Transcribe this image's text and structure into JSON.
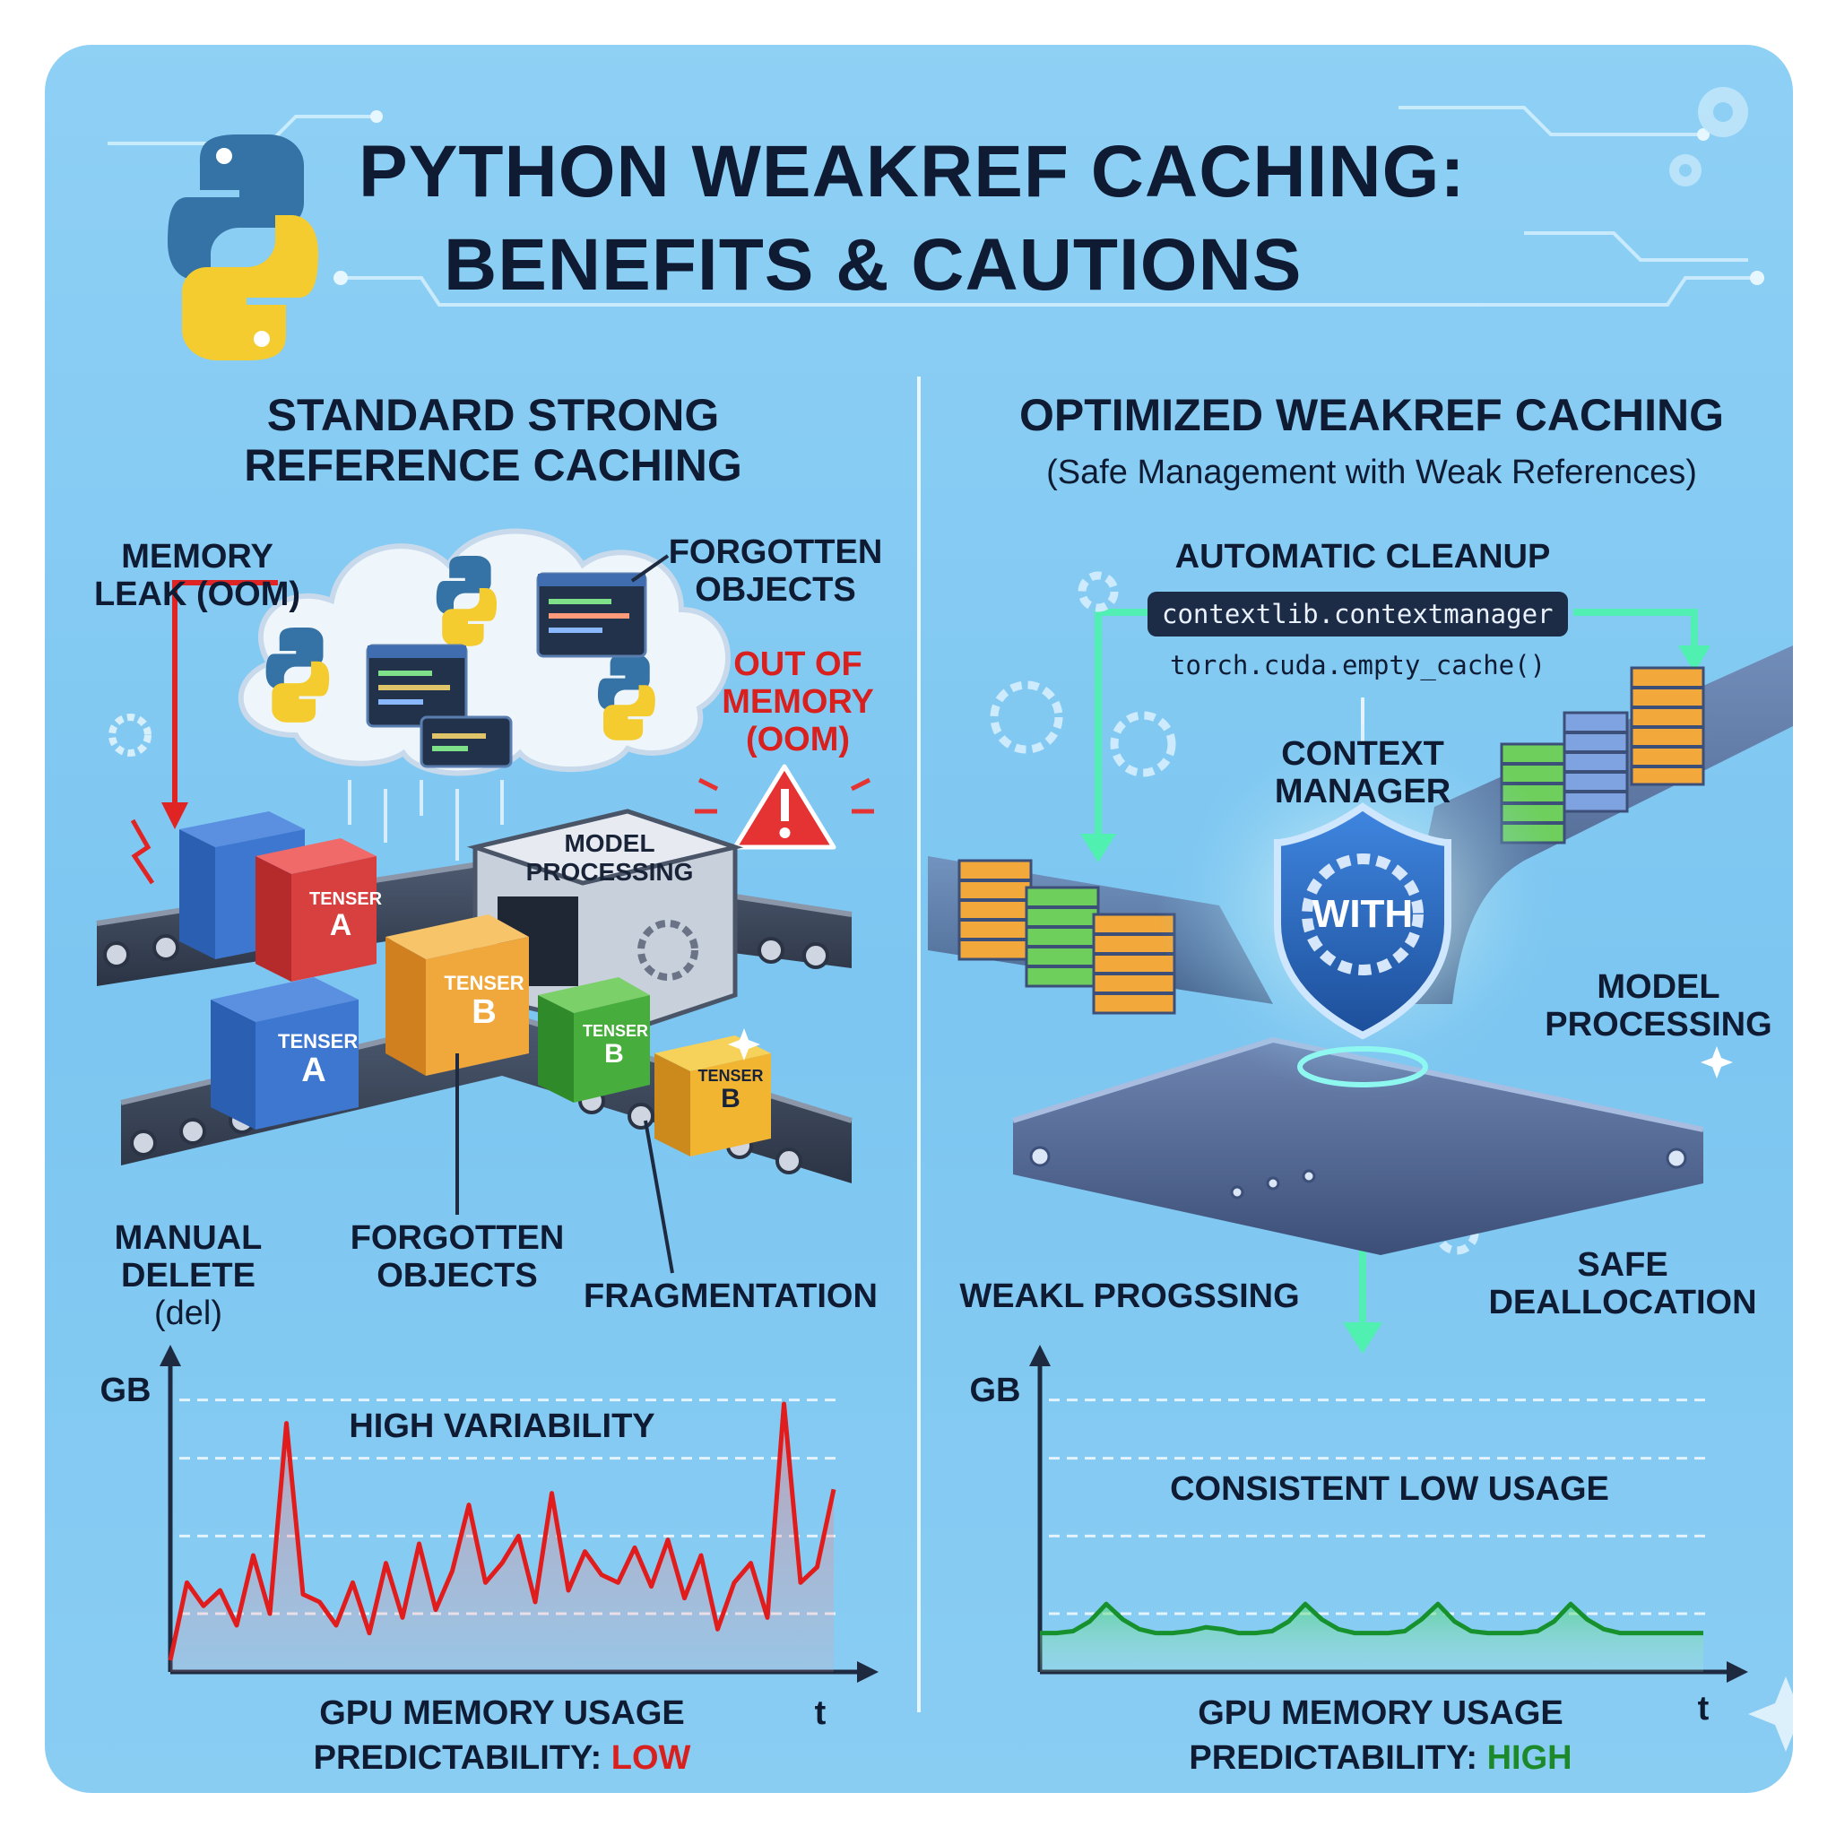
{
  "title": {
    "line1": "PYTHON WEAKREF CACHING:",
    "line2": "BENEFITS & CAUTIONS"
  },
  "left": {
    "heading_line1": "STANDARD STRONG",
    "heading_line2": "REFERENCE CACHING",
    "memory_leak": [
      "MEMORY",
      "LEAK (OOM)"
    ],
    "forgotten_top": [
      "FORGOTTEN",
      "OBJECTS"
    ],
    "oom": [
      "OUT OF",
      "MEMORY",
      "(OOM)"
    ],
    "model_processing": [
      "MODEL",
      "PROCESSING"
    ],
    "tensors": [
      {
        "word": "TENSER",
        "letter": "A"
      },
      {
        "word": "TENSER",
        "letter": "A"
      },
      {
        "word": "TENSER",
        "letter": "B"
      },
      {
        "word": "TENSER",
        "letter": "B"
      },
      {
        "word": "TENSER",
        "letter": "B"
      }
    ],
    "manual_delete": [
      "MANUAL",
      "DELETE",
      "(del)"
    ],
    "forgotten_bottom": [
      "FORGOTTEN",
      "OBJECTS"
    ],
    "fragmentation": "FRAGMENTATION",
    "chart_caption": "GPU MEMORY USAGE",
    "predictability_label": "PREDICTABILITY:",
    "predictability_value": "LOW"
  },
  "right": {
    "heading": "OPTIMIZED WEAKREF CACHING",
    "subheading": "(Safe Management with Weak References)",
    "automatic_cleanup": "AUTOMATIC CLEANUP",
    "code1": "contextlib.contextmanager",
    "code2": "torch.cuda.empty_cache()",
    "context_manager": [
      "CONTEXT",
      "MANAGER"
    ],
    "shield_text": "WITH",
    "model_processing": [
      "MODEL",
      "PROCESSING"
    ],
    "weak_processing": "WEAKL PROGSSING",
    "safe_dealloc": [
      "SAFE",
      "DEALLOCATION"
    ],
    "chart_caption": "GPU MEMORY USAGE",
    "predictability_label": "PREDICTABILITY:",
    "predictability_value": "HIGH"
  },
  "colors": {
    "danger": "#d8201f",
    "safe": "#1c8a2a",
    "accent": "#4ff0b0",
    "ink": "#0e1b33"
  },
  "chart_data": [
    {
      "type": "line",
      "title": "HIGH VARIABILITY",
      "xlabel": "t",
      "ylabel": "GB",
      "x": [
        0,
        1,
        2,
        3,
        4,
        5,
        6,
        7,
        8,
        9,
        10,
        11,
        12,
        13,
        14,
        15,
        16,
        17,
        18,
        19,
        20,
        21,
        22,
        23,
        24,
        25,
        26,
        27,
        28,
        29,
        30,
        31,
        32,
        33,
        34,
        35,
        36,
        37,
        38,
        39,
        40
      ],
      "series": [
        {
          "values": [
            0.3,
            2.3,
            1.7,
            2.1,
            1.2,
            3.0,
            1.5,
            6.4,
            2.0,
            1.8,
            1.2,
            2.3,
            1.0,
            2.8,
            1.4,
            3.3,
            1.6,
            2.6,
            4.3,
            2.3,
            2.8,
            3.5,
            1.8,
            4.6,
            2.1,
            3.1,
            2.5,
            2.3,
            3.2,
            2.2,
            3.4,
            1.9,
            3.0,
            1.1,
            2.3,
            2.8,
            1.4,
            6.9,
            2.3,
            2.7,
            4.7
          ]
        }
      ],
      "xlim": [
        0,
        40
      ],
      "ylim": [
        0,
        7.5
      ]
    },
    {
      "type": "line",
      "title": "CONSISTENT LOW USAGE",
      "xlabel": "t",
      "ylabel": "GB",
      "x": [
        0,
        1,
        2,
        3,
        4,
        5,
        6,
        7,
        8,
        9,
        10,
        11,
        12,
        13,
        14,
        15,
        16,
        17,
        18,
        19,
        20,
        21,
        22,
        23,
        24,
        25,
        26,
        27,
        28,
        29,
        30,
        31,
        32,
        33,
        34,
        35,
        36,
        37,
        38,
        39,
        40
      ],
      "series": [
        {
          "values": [
            1.0,
            1.0,
            1.05,
            1.3,
            1.75,
            1.35,
            1.1,
            1.0,
            1.0,
            1.05,
            1.15,
            1.1,
            1.0,
            1.0,
            1.05,
            1.3,
            1.75,
            1.35,
            1.1,
            1.0,
            1.0,
            1.0,
            1.05,
            1.35,
            1.75,
            1.3,
            1.05,
            1.0,
            1.0,
            1.0,
            1.05,
            1.3,
            1.75,
            1.35,
            1.1,
            1.0,
            1.0,
            1.0,
            1.0,
            1.0,
            1.0
          ]
        }
      ],
      "xlim": [
        0,
        40
      ],
      "ylim": [
        0,
        7.5
      ]
    }
  ]
}
